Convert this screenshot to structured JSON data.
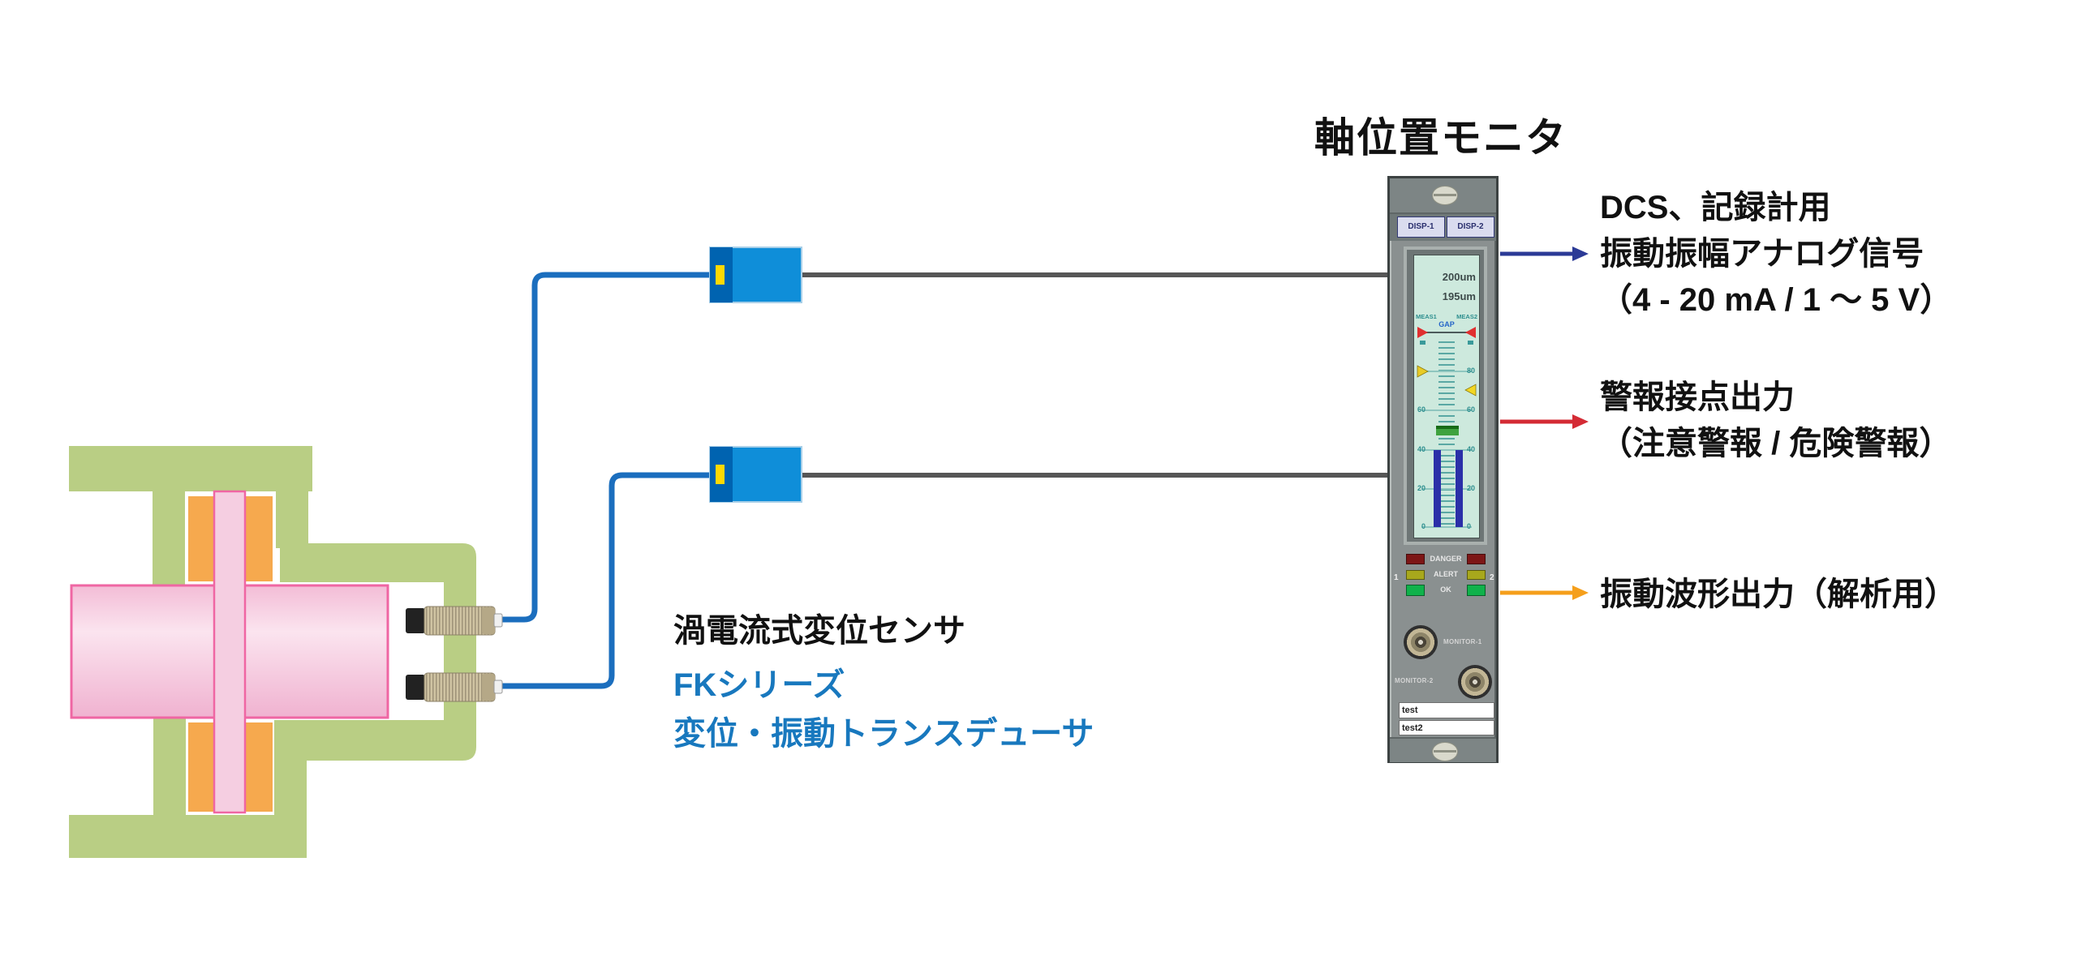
{
  "title": "軸位置モニタ",
  "machine": {
    "sensor_label": "渦電流式変位センサ",
    "series_label": "FKシリーズ",
    "series_label2": "変位・振動トランスデューサ"
  },
  "outputs": {
    "analog": {
      "line1": "DCS、記録計用",
      "line2": "振動振幅アナログ信号",
      "line3": "（4 - 20 mA / 1 ～ 5 V）"
    },
    "alarm": {
      "line1": "警報接点出力",
      "line2": "（注意警報 / 危険警報）"
    },
    "waveform": {
      "line1": "振動波形出力（解析用）"
    }
  },
  "monitor": {
    "disp1": "DISP-1",
    "disp2": "DISP-2",
    "screen": {
      "reading1": "200um",
      "reading2": "195um",
      "meas1": "MEAS1",
      "meas2": "MEAS2",
      "gap": "GAP",
      "scale": [
        "80",
        "60",
        "40",
        "20",
        "0"
      ]
    },
    "led_danger": "DANGER",
    "led_alert": "ALERT",
    "led_ok": "OK",
    "ch1": "1",
    "ch2": "2",
    "monitor1": "MONITOR-1",
    "monitor2": "MONITOR-2",
    "tag1": "test",
    "tag2": "test2"
  },
  "colors": {
    "housing_green": "#b9ce84",
    "bearing_orange": "#f6a94e",
    "shaft_pink": "#f6c9de",
    "shaft_border": "#ef66a3",
    "cable_blue": "#1b6ebe",
    "transducer_blue": "#0f8ed9",
    "transducer_dark_blue": "#0063b0",
    "connector_yellow": "#ffd900",
    "signal_cable_gray": "#565656",
    "arrow_navy": "#2b3a96",
    "arrow_red": "#d42b35",
    "arrow_orange": "#f59f1b",
    "series_text_blue": "#1878be",
    "screen_mint": "#cde9dd",
    "bar_blue": "#2b2fa8"
  }
}
